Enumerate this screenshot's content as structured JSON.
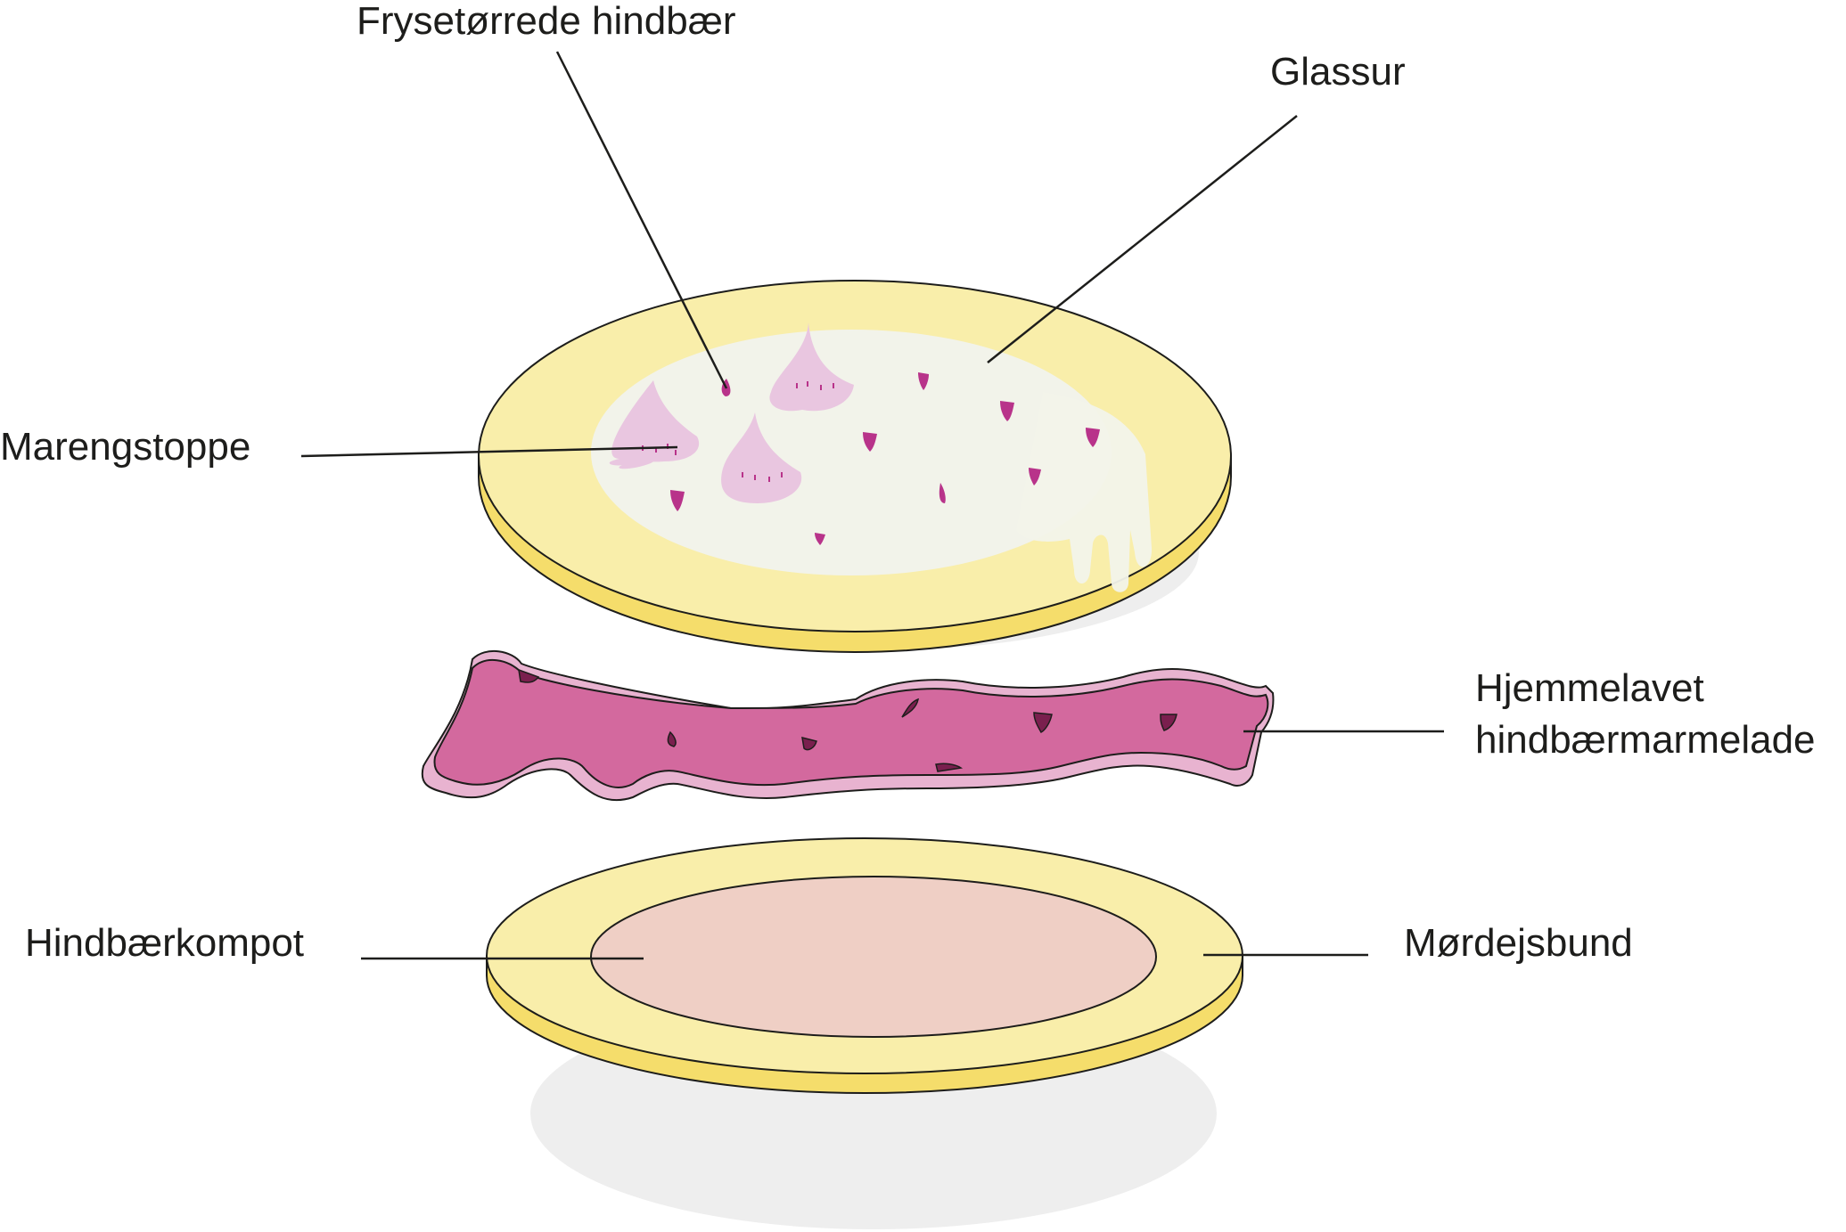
{
  "labels": {
    "freeze_dried": "Frysetørrede hindbær",
    "glaze": "Glassur",
    "meringue": "Marengstoppe",
    "jam_line1": "Hjemmelavet",
    "jam_line2": "hindbærmarmelade",
    "compote": "Hindbærkompot",
    "crust": "Mørdejsbund"
  },
  "colors": {
    "crust_top": "#f9eeaa",
    "crust_side": "#f5dd6b",
    "glaze": "#f2f3ea",
    "meringue": "#e9c6e0",
    "berry_piece": "#b8338a",
    "jam": "#d3699e",
    "jam_edge": "#e8b3d0",
    "jam_dark": "#7a1f4e",
    "compote": "#efcfc5",
    "shadow": "#ececec"
  }
}
